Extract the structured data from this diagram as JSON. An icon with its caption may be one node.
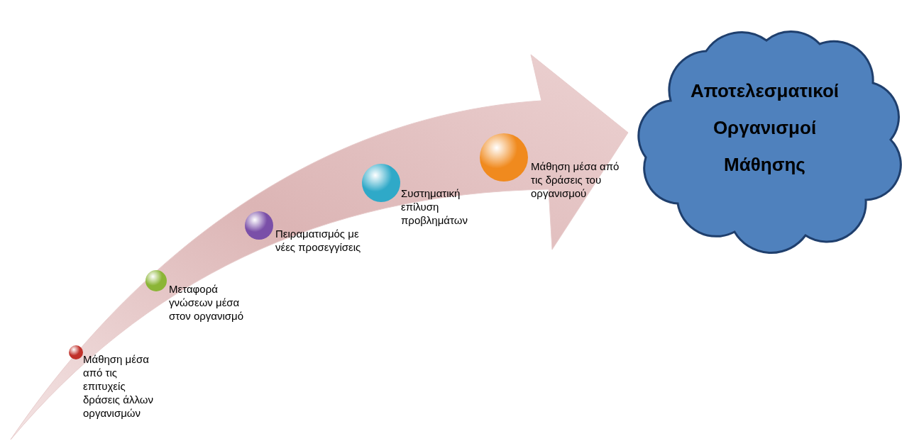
{
  "diagram": {
    "nodes": [
      {
        "text": [],
        "shape": "circle",
        "beside": [
          "Μάθηση μέσα από τις επιτυχείς δράσεις άλλων οργανισμών"
        ]
      },
      {
        "text": [],
        "shape": "circle",
        "beside": [
          "Μεταφορά γνώσεων μέσα στον οργανισμό"
        ]
      },
      {
        "text": [],
        "shape": "circle",
        "beside": [
          "Πειραματισμός με νέες προσεγγίσεις"
        ]
      },
      {
        "text": [],
        "shape": "circle",
        "beside": [
          "Συστηματική επίλυση προβλημάτων"
        ]
      },
      {
        "text": [],
        "shape": "circle",
        "beside": [
          "Μάθηση μέσα από τις δράσεις του οργανισμού"
        ]
      },
      {
        "text": [
          "Αποτελεσματικοί Οργανισμοί Μάθησης"
        ]
      }
    ],
    "edges": [
      {
        "from": null,
        "to": 5,
        "arrow": "to"
      }
    ]
  }
}
